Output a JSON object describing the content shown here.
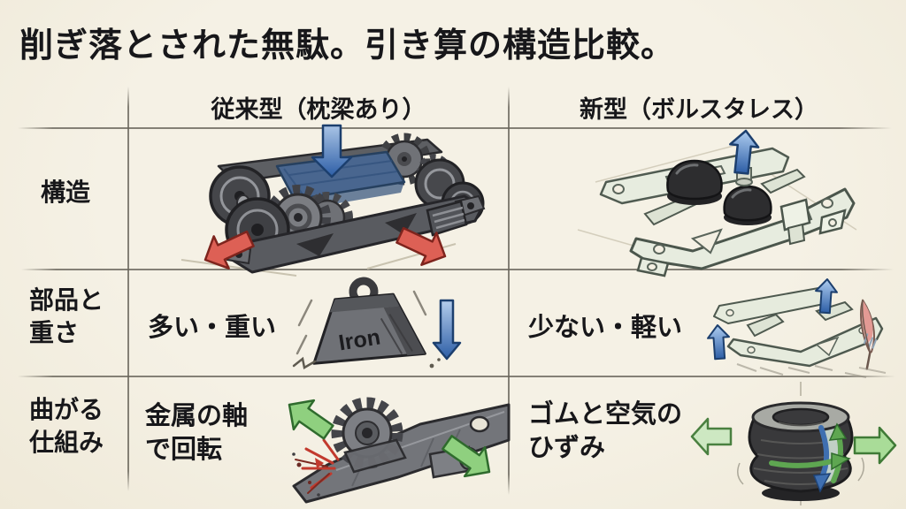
{
  "title": "削ぎ落とされた無駄。引き算の構造比較。",
  "table": {
    "col_headers": [
      "従来型（枕梁あり）",
      "新型（ボルスタレス）"
    ],
    "row_labels": [
      "構造",
      "部品と\n重さ",
      "曲がる\n仕組み"
    ],
    "cells": {
      "parts_conventional": "多い・重い",
      "parts_new": "少ない・軽い",
      "bend_conventional": "金属の軸\nで回転",
      "bend_new": "ゴムと空気の\nひずみ"
    }
  },
  "illustrations": {
    "structure_conventional": "conventional-bogie-with-bolster-sketch",
    "structure_new": "bolsterless-bogie-sketch",
    "weight_conventional": "iron-weight-falling-sketch",
    "iron_weight_label": "Iron",
    "weight_new": "light-frame-floating-with-feather-sketch",
    "bend_conventional": "metal-axle-gear-friction-sketch",
    "bend_new": "rubber-air-spring-deformation-sketch"
  },
  "colors": {
    "background": "#f3efe2",
    "text": "#17171a",
    "grid_line": "#68645a",
    "arrow_blue": "#3b6cb0",
    "arrow_red": "#cc4a3e",
    "arrow_green": "#6cbf5e",
    "steel_dark": "#55575b",
    "bolster_blue": "#49668f",
    "frame_sage": "#e7ecdf",
    "rubber_black": "#2d2d2f"
  }
}
